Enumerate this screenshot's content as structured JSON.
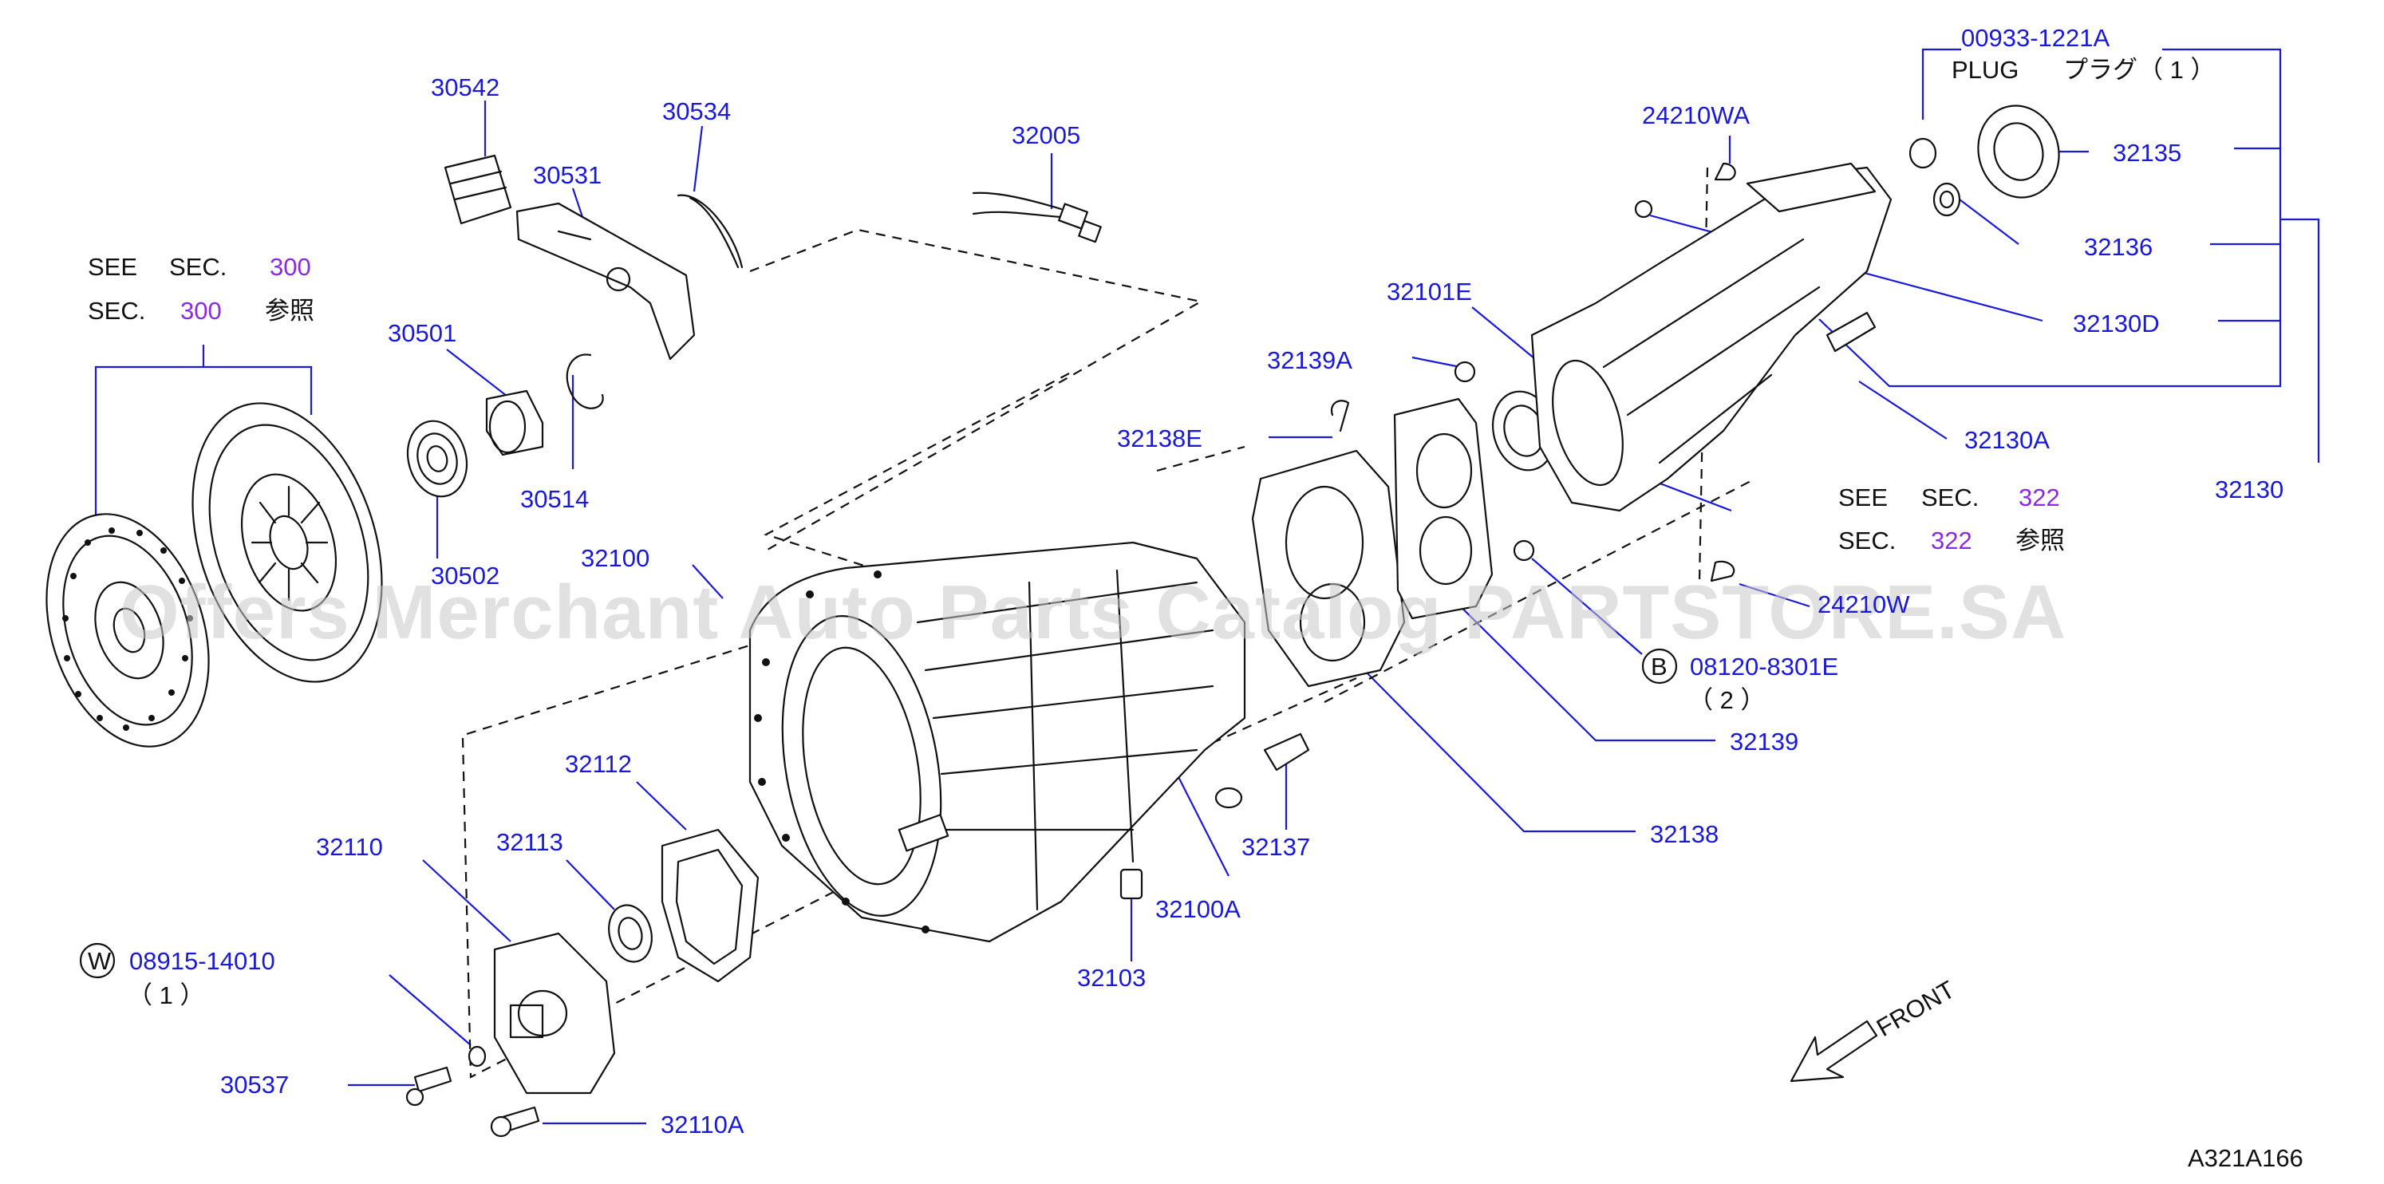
{
  "diagram": {
    "code": "A321A166",
    "watermark": "Offers Merchant Auto Parts Catalog PARTSTORE.SA",
    "front_label": "FRONT",
    "see_sec_1": {
      "see": "SEE",
      "sec_word": "SEC.",
      "sec_num": "300",
      "sec_word2": "SEC.",
      "sec_num2": "300",
      "ref": "参照"
    },
    "see_sec_2": {
      "see": "SEE",
      "sec_word": "SEC.",
      "sec_num": "322",
      "sec_word2": "SEC.",
      "sec_num2": "322",
      "ref": "参照"
    },
    "plug": {
      "part": "00933-1221A",
      "label": "PLUG",
      "jp": "プラグ",
      "qty": "（ 1 ）"
    },
    "w_callout": {
      "letter": "W",
      "part": "08915-14010",
      "qty": "（ 1 ）"
    },
    "b_callout": {
      "letter": "B",
      "part": "08120-8301E",
      "qty": "（ 2 ）"
    },
    "parts": {
      "p30542": "30542",
      "p30534": "30534",
      "p30531": "30531",
      "p32005": "32005",
      "p24210WA": "24210WA",
      "p32135": "32135",
      "p32136": "32136",
      "p32130D": "32130D",
      "p32101E": "32101E",
      "p32139A": "32139A",
      "p32130A": "32130A",
      "p32138E": "32138E",
      "p30501": "30501",
      "p30514": "30514",
      "p30502": "30502",
      "p32100": "32100",
      "p32130": "32130",
      "p24210W": "24210W",
      "p32139": "32139",
      "p32138": "32138",
      "p32112": "32112",
      "p32110": "32110",
      "p32113": "32113",
      "p32137": "32137",
      "p32100A": "32100A",
      "p32103": "32103",
      "p30537": "30537",
      "p32110A": "32110A"
    }
  }
}
